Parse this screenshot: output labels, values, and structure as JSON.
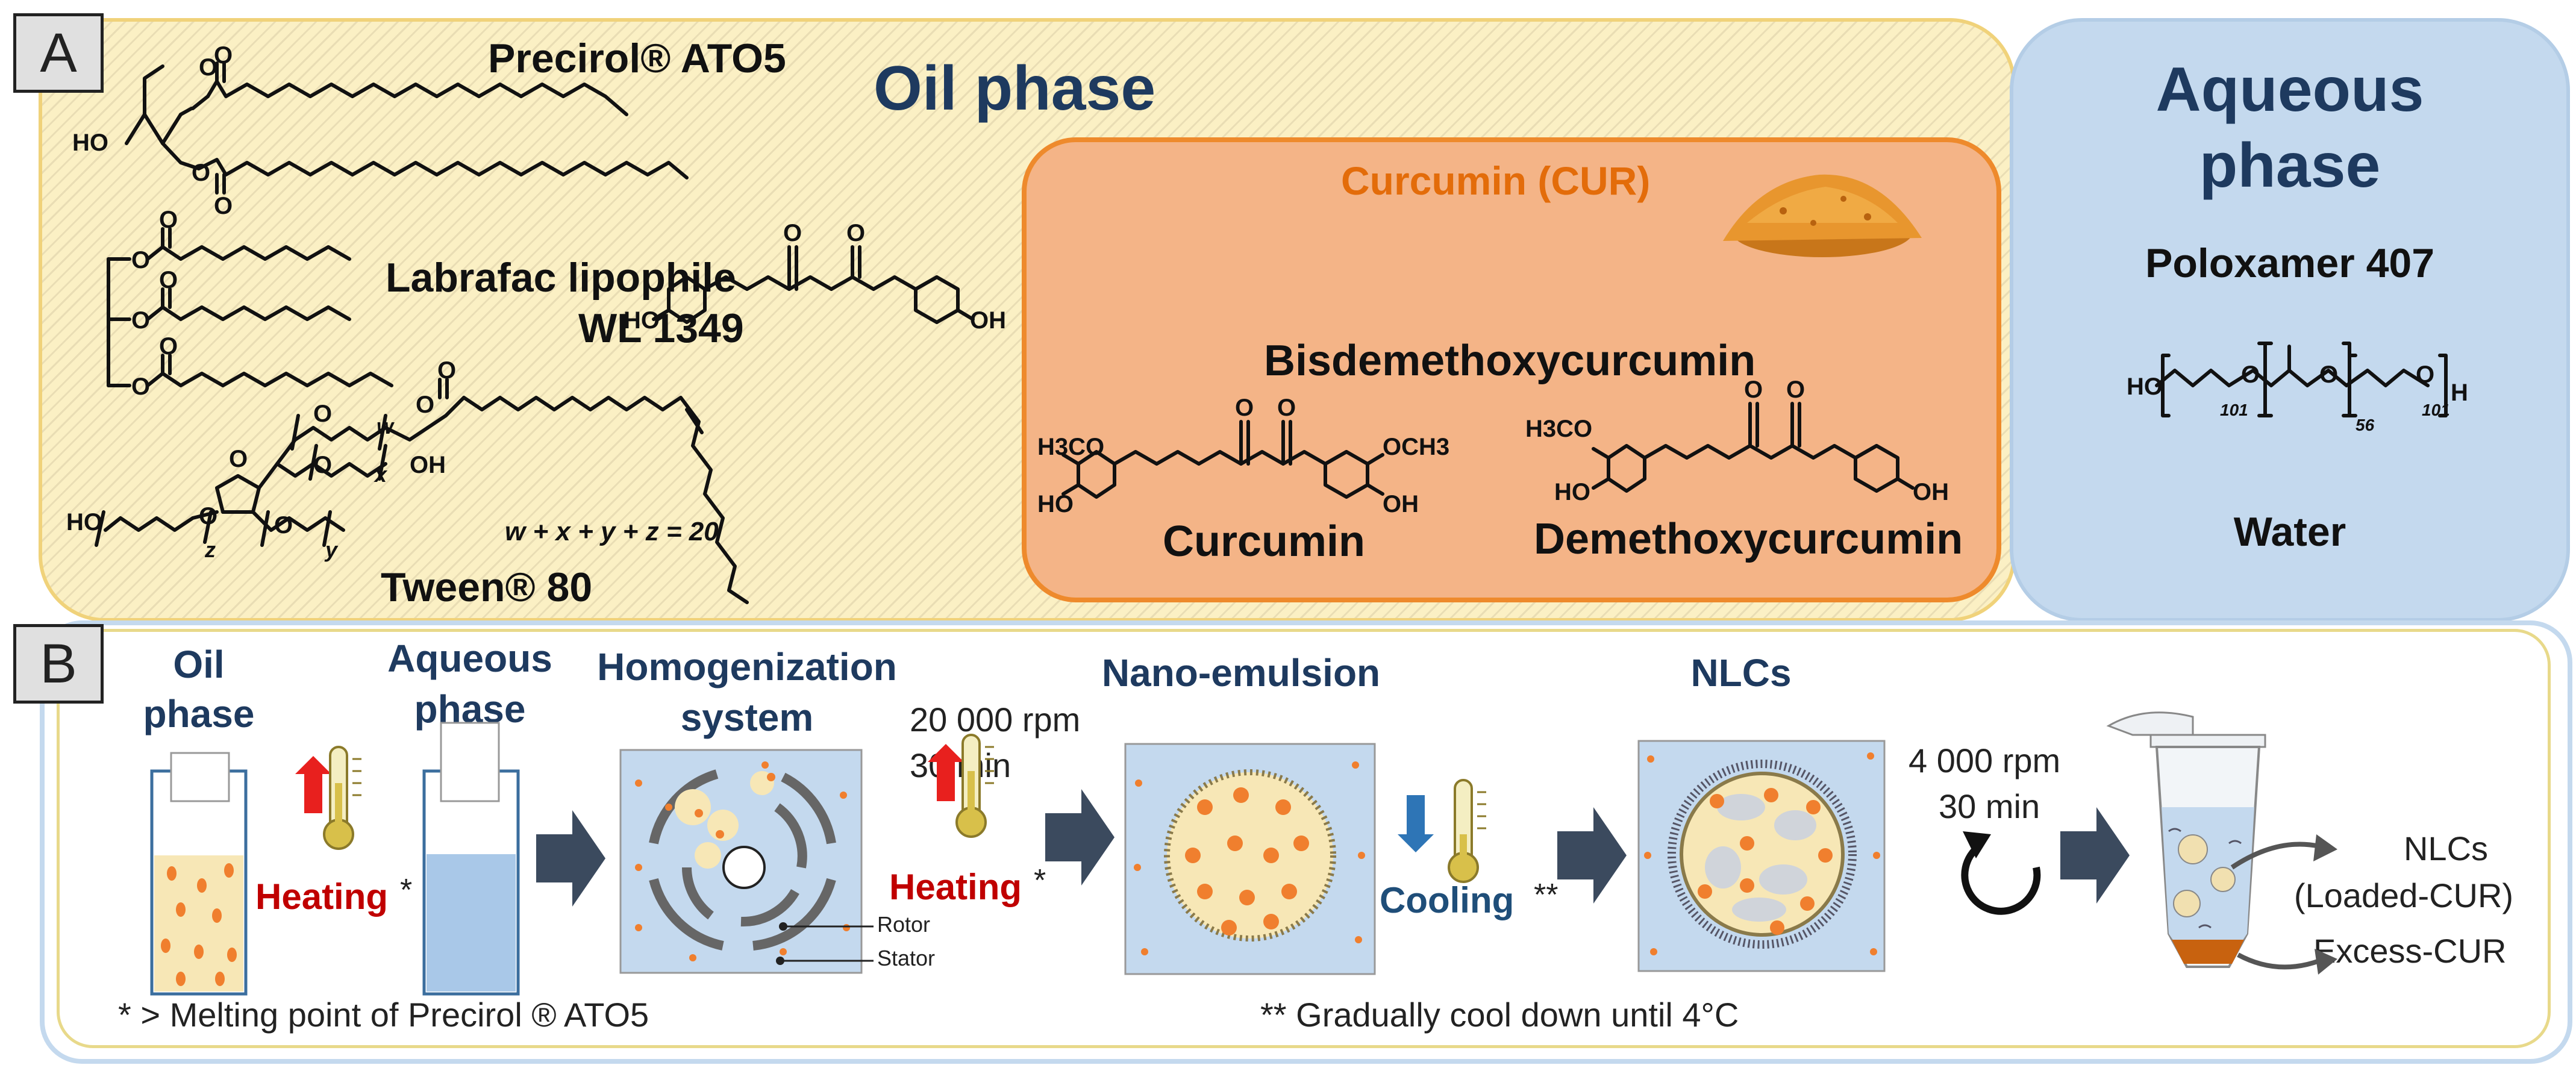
{
  "panel_a": {
    "label": "A",
    "oil_phase_title": "Oil phase",
    "aqueous_phase_title_line1": "Aqueous",
    "aqueous_phase_title_line2": "phase",
    "precirol": "Precirol® ATO5",
    "labrafac_line1": "Labrafac lipophile",
    "labrafac_line2": "WL 1349",
    "tween": "Tween® 80",
    "tween_formula": "w + x + y + z = 20",
    "curcumin_title": "Curcumin (CUR)",
    "bisdemethoxy": "Bisdemethoxycurcumin",
    "curcumin": "Curcumin",
    "demethoxy": "Demethoxycurcumin",
    "poloxamer": "Poloxamer 407",
    "water": "Water",
    "chem": {
      "ho": "HO",
      "oh": "OH",
      "o": "O",
      "h": "H",
      "h3co": "H3CO",
      "och3": "OCH3",
      "w": "w",
      "x": "x",
      "y": "y",
      "z": "z",
      "n101": "101",
      "n56": "56"
    }
  },
  "panel_b": {
    "label": "B",
    "oil_phase_line1": "Oil",
    "oil_phase_line2": "phase",
    "aqueous_line1": "Aqueous",
    "aqueous_line2": "phase",
    "homog_line1": "Homogenization",
    "homog_line2": "system",
    "speed1": "20 000 rpm",
    "time1": "30 min",
    "nano_emulsion": "Nano-emulsion",
    "nlcs": "NLCs",
    "speed2": "4 000 rpm",
    "time2": "30 min",
    "heating": "Heating",
    "star": "*",
    "cooling": "Cooling",
    "double_star": "**",
    "rotor": "Rotor",
    "stator": "Stator",
    "nlcs_loaded_line1": "NLCs",
    "nlcs_loaded_line2": "(Loaded-CUR)",
    "excess_cur": "Excess-CUR",
    "footnote1": "* > Melting point of Precirol ® ATO5",
    "footnote2": "** Gradually cool down until 4°C"
  },
  "colors": {
    "title_blue": "#1e3a5f",
    "curcumin_orange": "#e36c0a",
    "heating_red": "#c00000",
    "cooling_blue": "#1f4e79",
    "oil_panel": "#fbf0c4",
    "aqueous_panel": "#c4d9ee",
    "curcumin_box": "#f4b487",
    "arrow_gray": "#3b4a5e"
  }
}
